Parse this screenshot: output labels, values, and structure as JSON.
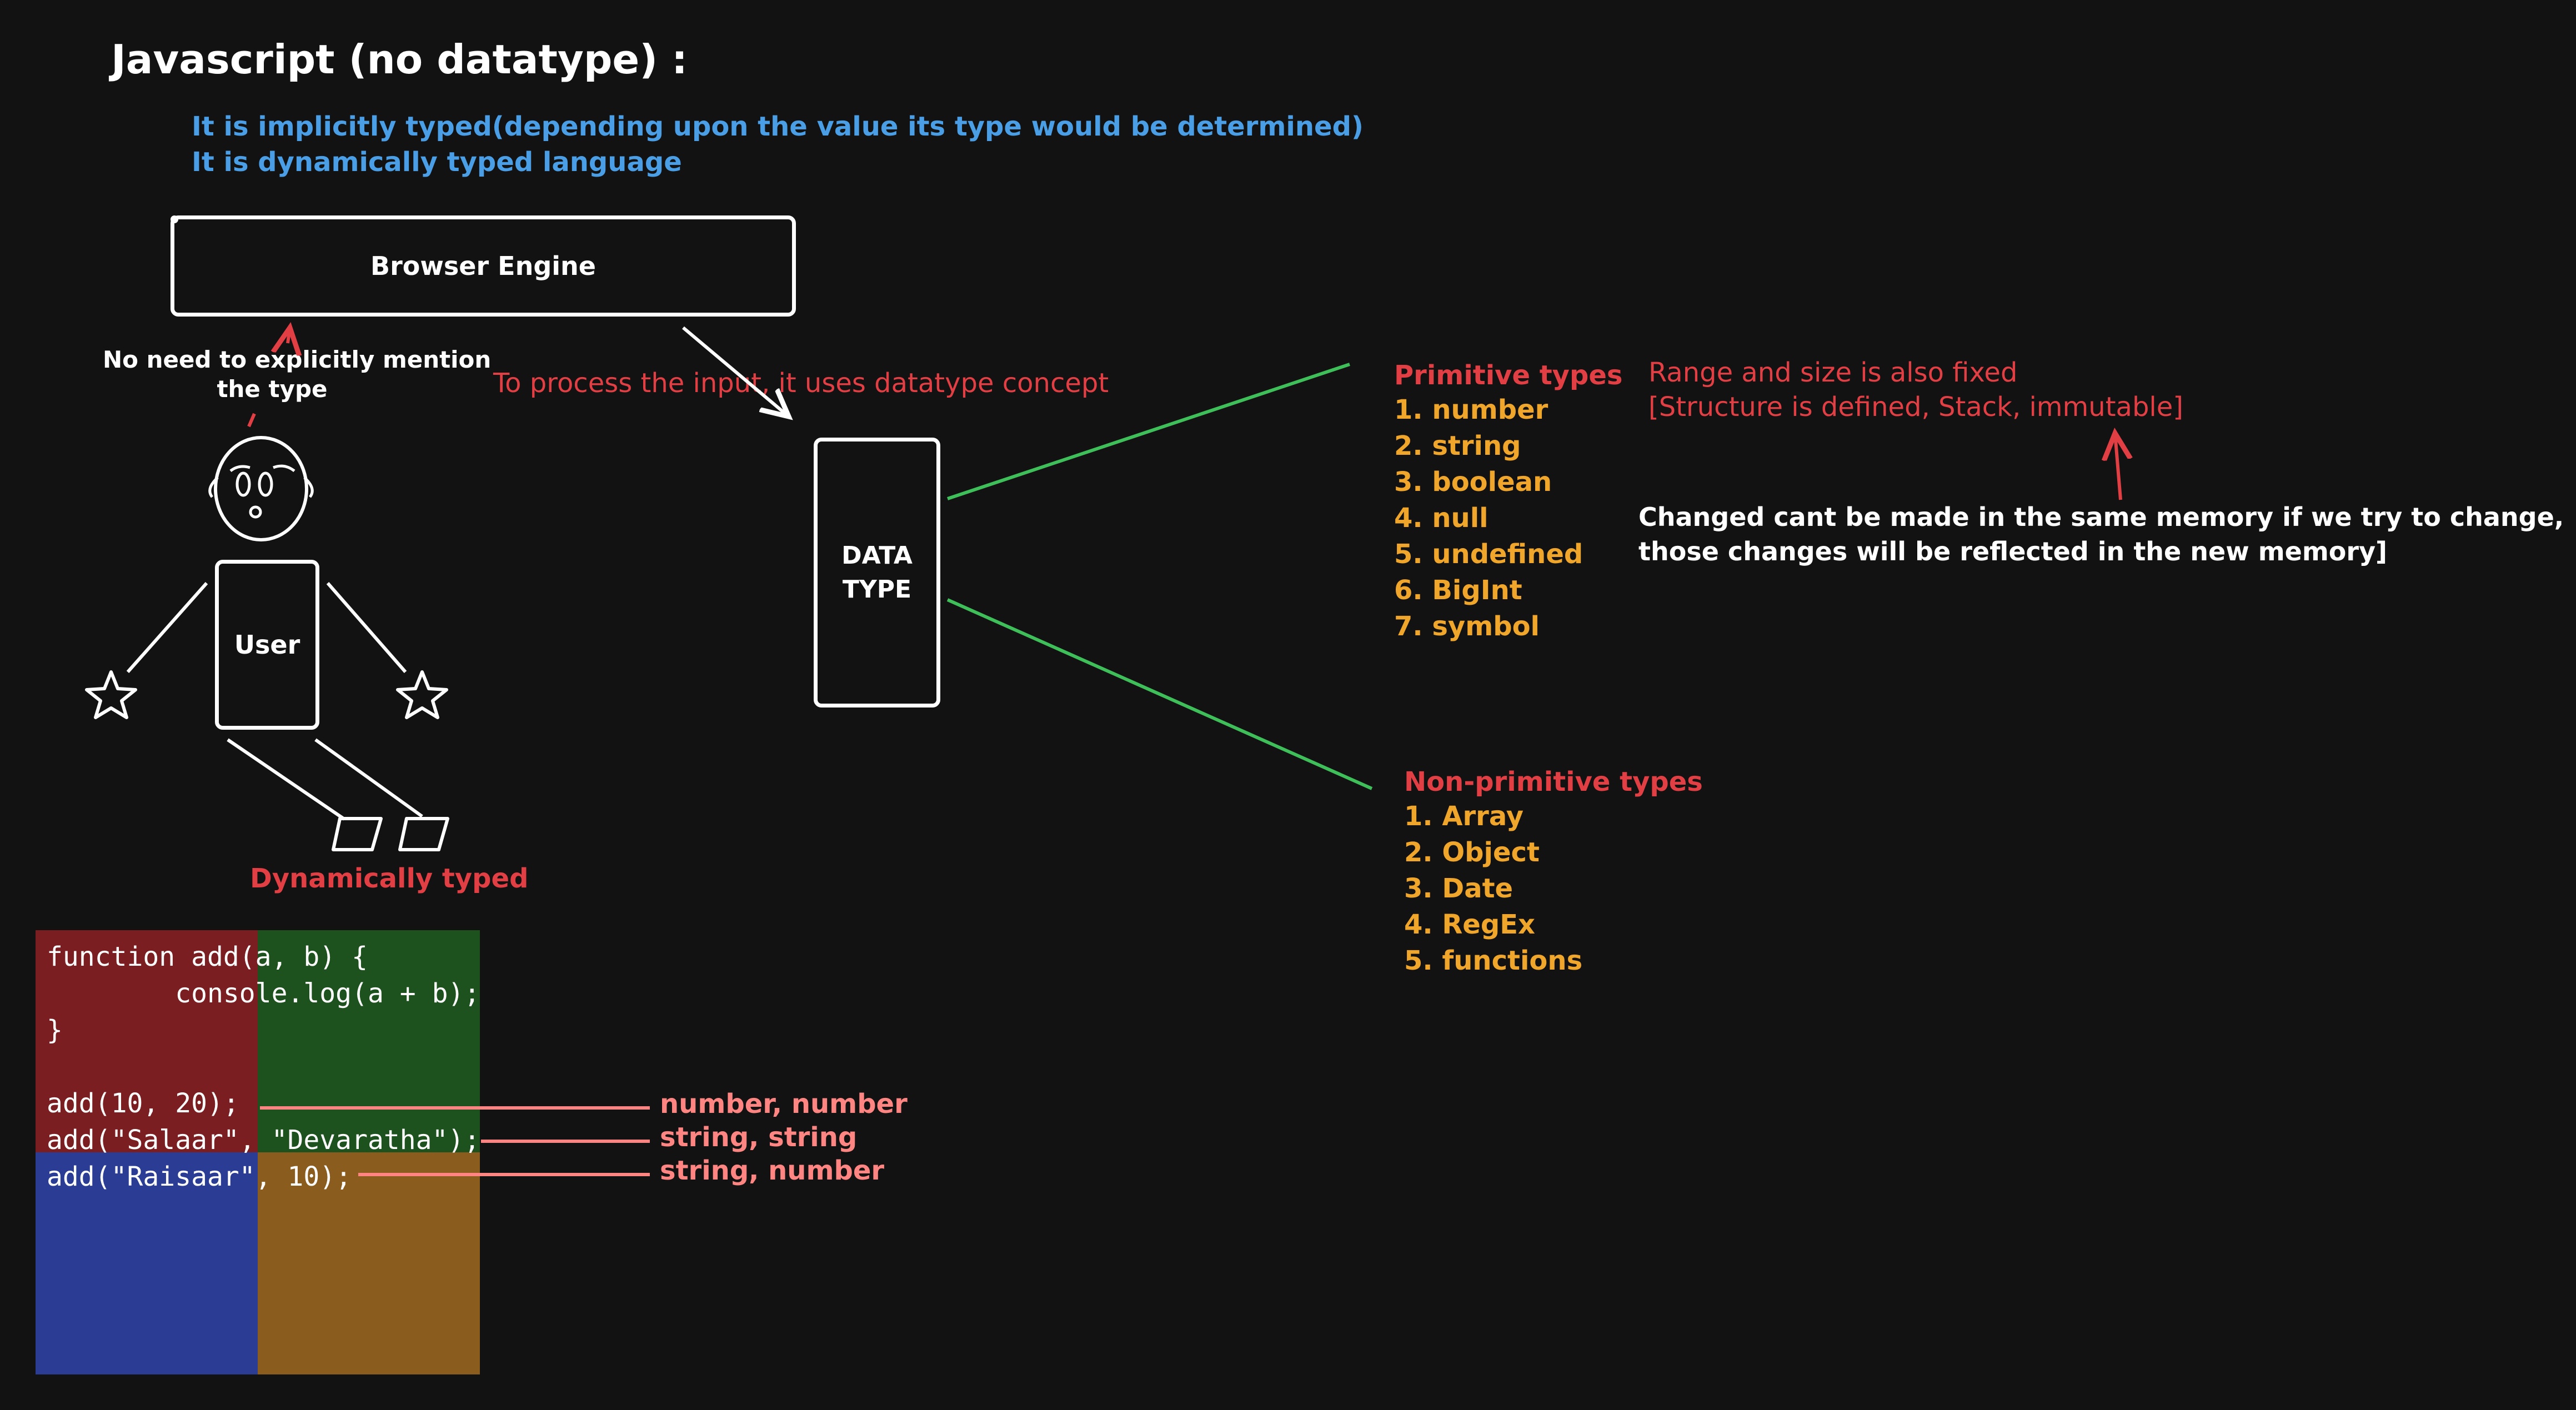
{
  "title": "Javascript (no datatype) :",
  "notes": [
    "It is implicitly typed(depending upon the value its type would be determined)",
    "It is dynamically typed language"
  ],
  "browser_engine": "Browser Engine",
  "explicit_note": {
    "line1": "No need to explicitly mention",
    "line2": "the type"
  },
  "process_note": "To process the input, it uses datatype concept",
  "user_label": "User",
  "data_type": {
    "line1": "DATA",
    "line2": "TYPE"
  },
  "dynamic_label": "Dynamically typed",
  "primitive": {
    "heading": "Primitive types",
    "items": [
      "1. number",
      "2. string",
      "3. boolean",
      "4. null",
      "5. undefined",
      "6. BigInt",
      "7. symbol"
    ]
  },
  "non_primitive": {
    "heading": "Non-primitive types",
    "items": [
      "1. Array",
      "2. Object",
      "3. Date",
      "4. RegEx",
      "5. functions"
    ]
  },
  "range_note": {
    "line1": "Range and size is also fixed",
    "line2": "[Structure is defined, Stack, immutable]"
  },
  "memory_note": {
    "line1": "Changed cant be made in the same memory if we try to change,",
    "line2": "those changes will be reflected in the new memory]"
  },
  "code_lines": [
    "function add(a, b) {",
    "        console.log(a + b);",
    "}",
    "",
    "add(10, 20);",
    "add(\"Salaar\", \"Devaratha\");",
    "add(\"Raisaar\", 10);"
  ],
  "code_annotations": [
    "number, number",
    "string, string",
    "string, number"
  ],
  "colors": {
    "background": "#121212",
    "blue_text": "#4a9ee6",
    "red_text": "#e23f45",
    "orange_text": "#f0a52b",
    "pink_text": "#ff8582",
    "green_line": "#3fbf5a",
    "quad_red": "#7a1e21",
    "quad_green": "#1d521f",
    "quad_blue": "#2a3c94",
    "quad_orange": "#8a5c1e"
  }
}
